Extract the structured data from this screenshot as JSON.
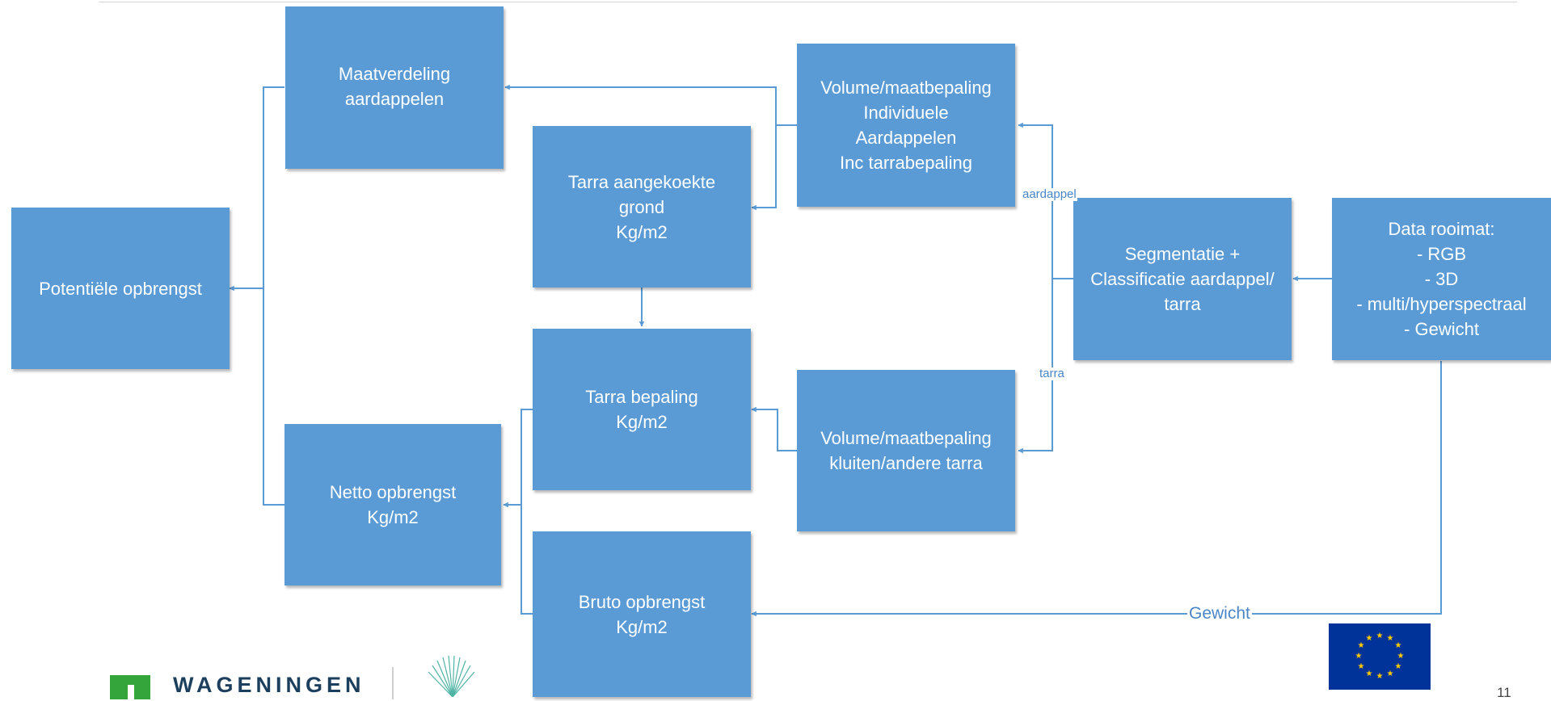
{
  "diagram": {
    "nodes": {
      "potentieel": "Potentiële opbrengst",
      "maatverdeling": "Maatverdeling\naardappelen",
      "tarra_aangekoekt": "Tarra aangekoekte\ngrond\nKg/m2",
      "volume_individueel": "Volume/maatbepaling\nIndividuele\nAardappelen\nInc tarrabepaling",
      "segmentatie": "Segmentatie +\nClassificatie aardappel/\ntarra",
      "data_rooimat": "Data rooimat:\n- RGB\n- 3D\n- multi/hyperspectraal\n- Gewicht",
      "tarra_bepaling": "Tarra bepaling\nKg/m2",
      "volume_kluiten": "Volume/maatbepaling\nkluiten/andere tarra",
      "netto": "Netto opbrengst\nKg/m2",
      "bruto": "Bruto opbrengst\nKg/m2"
    },
    "edge_labels": {
      "aardappel": "aardappel",
      "tarra": "tarra",
      "gewicht": "Gewicht"
    },
    "colors": {
      "box_fill": "#5b9bd5",
      "box_text": "#ffffff",
      "connector": "#5b9bd5"
    }
  },
  "footer": {
    "logo_text": "WAGENINGEN",
    "page_number": "11"
  }
}
